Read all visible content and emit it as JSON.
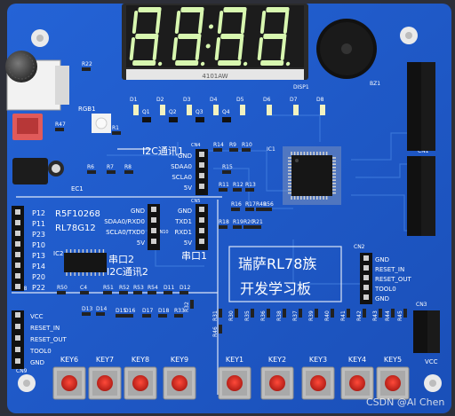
{
  "display": {
    "digits": [
      "8",
      "8",
      "8",
      "8"
    ],
    "part": "4101AW"
  },
  "board": {
    "title_line1": "瑞萨RL78族",
    "title_line2": "开发学习板",
    "mcu_line1": "R5F10268",
    "mcu_line2": "RL78G12",
    "i2c1": "I2C通讯1",
    "i2c2": "I2C通讯2",
    "uart1": "串口1",
    "uart2": "串口2",
    "watermark": "CSDN @Al Chen",
    "vcc_right": "VCC",
    "left_cn8": "CN8",
    "left_cn9": "CN9",
    "ic1": "IC1",
    "ic2": "IC2",
    "ec1": "EC1",
    "rgb1": "RGB1",
    "bz1": "BZ1",
    "disp1": "DISP1",
    "cn10": "CN10",
    "cn4": "CN4",
    "cn5": "CN5",
    "cn2": "CN2",
    "cn3": "CN3",
    "cn1": "CN1"
  },
  "header_cn8": [
    "P12",
    "P11",
    "P23",
    "P10",
    "P13",
    "P14",
    "P20",
    "P22"
  ],
  "header_cn9": [
    "VCC",
    "RESET_IN",
    "RESET_OUT",
    "TOOL0",
    "GND"
  ],
  "header_right": [
    "GND",
    "RESET_IN",
    "RESET_OUT",
    "TOOL0",
    "GND"
  ],
  "header_cn10": [
    "GND",
    "SDAA0/RXD0",
    "SCLA0/TXD0",
    "5V"
  ],
  "header_cn4": [
    "GND",
    "SDAA0",
    "SCLA0",
    "5V"
  ],
  "header_cn5": [
    "GND",
    "TXD1",
    "RXD1",
    "5V"
  ],
  "keys_left": [
    "KEY6",
    "KEY7",
    "KEY8",
    "KEY9"
  ],
  "keys_right": [
    "KEY1",
    "KEY2",
    "KEY3",
    "KEY4",
    "KEY5"
  ],
  "leds_top": [
    "D1",
    "D2",
    "D3",
    "D4",
    "D5",
    "D6",
    "D7",
    "D8"
  ],
  "q_labels": [
    "Q1",
    "Q2",
    "Q3",
    "Q4"
  ],
  "misc_labels": [
    "R22",
    "R47",
    "R1",
    "R6",
    "R7",
    "R8",
    "R14",
    "R15",
    "R9",
    "R10",
    "R11",
    "R12",
    "R13",
    "R16",
    "R17",
    "R18",
    "R19",
    "R20",
    "R21",
    "R49",
    "R56",
    "R50",
    "C4",
    "R51",
    "R52",
    "R53",
    "R54",
    "D11",
    "D12",
    "D13",
    "D14",
    "D15",
    "D16",
    "D17",
    "D18",
    "R33",
    "R32",
    "R31",
    "R30",
    "R35",
    "R36",
    "R38",
    "R37",
    "R39",
    "R40",
    "R41",
    "R42",
    "R43",
    "R44",
    "R45",
    "R46"
  ],
  "colors": {
    "pcb": "#1f57c8",
    "pcb_dark": "#163f9a",
    "silk": "#ffffff",
    "digit": "#d8f7b0",
    "key": "#d42a22",
    "connector": "#d94848"
  }
}
